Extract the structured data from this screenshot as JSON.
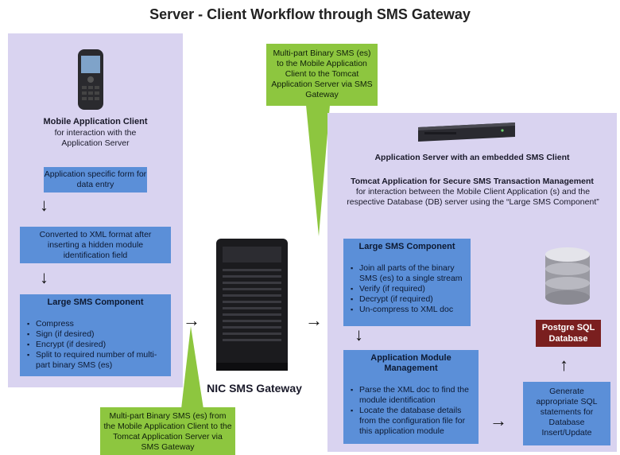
{
  "title": "Server - Client Workflow through SMS Gateway",
  "client": {
    "heading": "Mobile Application Client",
    "subheading": "for interaction with the Application Server",
    "step1": "Application specific form for data entry",
    "step2": "Converted to XML format after inserting a hidden module identification field",
    "component_title": "Large SMS Component",
    "component_items": [
      "Compress",
      "Sign (if desired)",
      "Encrypt (if desired)",
      "Split to required number of multi-part binary SMS (es)"
    ]
  },
  "gateway": {
    "label": "NIC SMS Gateway",
    "callout_top": "Multi-part Binary SMS (es) to the Mobile Application Client to the Tomcat Application Server via SMS Gateway",
    "callout_bottom": "Multi-part Binary SMS (es) from the Mobile Application Client to the Tomcat Application Server via SMS Gateway"
  },
  "server": {
    "heading": "Application Server with an embedded SMS Client",
    "app_title": "Tomcat Application for Secure SMS Transaction Management",
    "app_desc": "for interaction between the Mobile Client Application (s) and the respective Database (DB) server using the “Large SMS Component”",
    "component_title": "Large SMS Component",
    "component_items": [
      "Join all parts of the binary SMS (es) to a single stream",
      "Verify (if required)",
      "Decrypt (if required)",
      "Un-compress to XML doc"
    ],
    "module_title": "Application Module Management",
    "module_items": [
      "Parse the XML doc to find the module identification",
      "Locate the database details from the configuration file for this application module"
    ],
    "sql_box": "Generate appropriate SQL statements for Database Insert/Update",
    "db_label": "Postgre SQL Database"
  },
  "colors": {
    "panel": "#d9d3f0",
    "blue_box": "#5b8fd8",
    "green_callout": "#8dc63f",
    "db_box": "#7a1f1f"
  }
}
